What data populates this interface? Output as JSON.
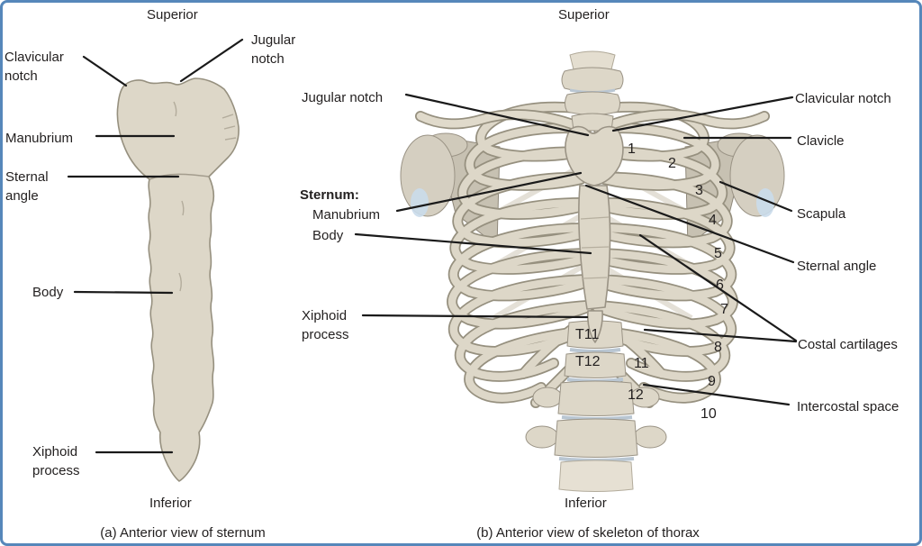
{
  "colors": {
    "frame_border": "#5687ba",
    "bone_fill": "#ddd7c8",
    "bone_outline": "#96907f",
    "scapula_fill": "#c7c1b2",
    "disc_blue": "#b9c6d2",
    "shoulder_highlight": "#cadceb",
    "leader_line": "#1a1a1a",
    "text": "#221f1f"
  },
  "panel_a": {
    "orientation_top": "Superior",
    "orientation_bottom": "Inferior",
    "caption": "(a) Anterior view of sternum",
    "labels": {
      "clavicular_notch": "Clavicular\nnotch",
      "jugular_notch": "Jugular\nnotch",
      "manubrium": "Manubrium",
      "sternal_angle": "Sternal\nangle",
      "body": "Body",
      "xiphoid_process": "Xiphoid\nprocess"
    }
  },
  "panel_b": {
    "orientation_top": "Superior",
    "orientation_bottom": "Inferior",
    "caption": "(b) Anterior view of skeleton of thorax",
    "labels_left": {
      "jugular_notch": "Jugular notch",
      "sternum_heading": "Sternum:",
      "sternum_manubrium": "Manubrium",
      "sternum_body": "Body",
      "xiphoid_process": "Xiphoid\nprocess"
    },
    "labels_right": {
      "clavicular_notch": "Clavicular notch",
      "clavicle": "Clavicle",
      "scapula": "Scapula",
      "sternal_angle": "Sternal angle",
      "costal_cartilages": "Costal cartilages",
      "intercostal_space": "Intercostal space"
    },
    "rib_numbers": [
      "1",
      "2",
      "3",
      "4",
      "5",
      "6",
      "7",
      "8",
      "9",
      "10",
      "11",
      "12"
    ],
    "vertebrae": [
      "T11",
      "T12"
    ]
  }
}
